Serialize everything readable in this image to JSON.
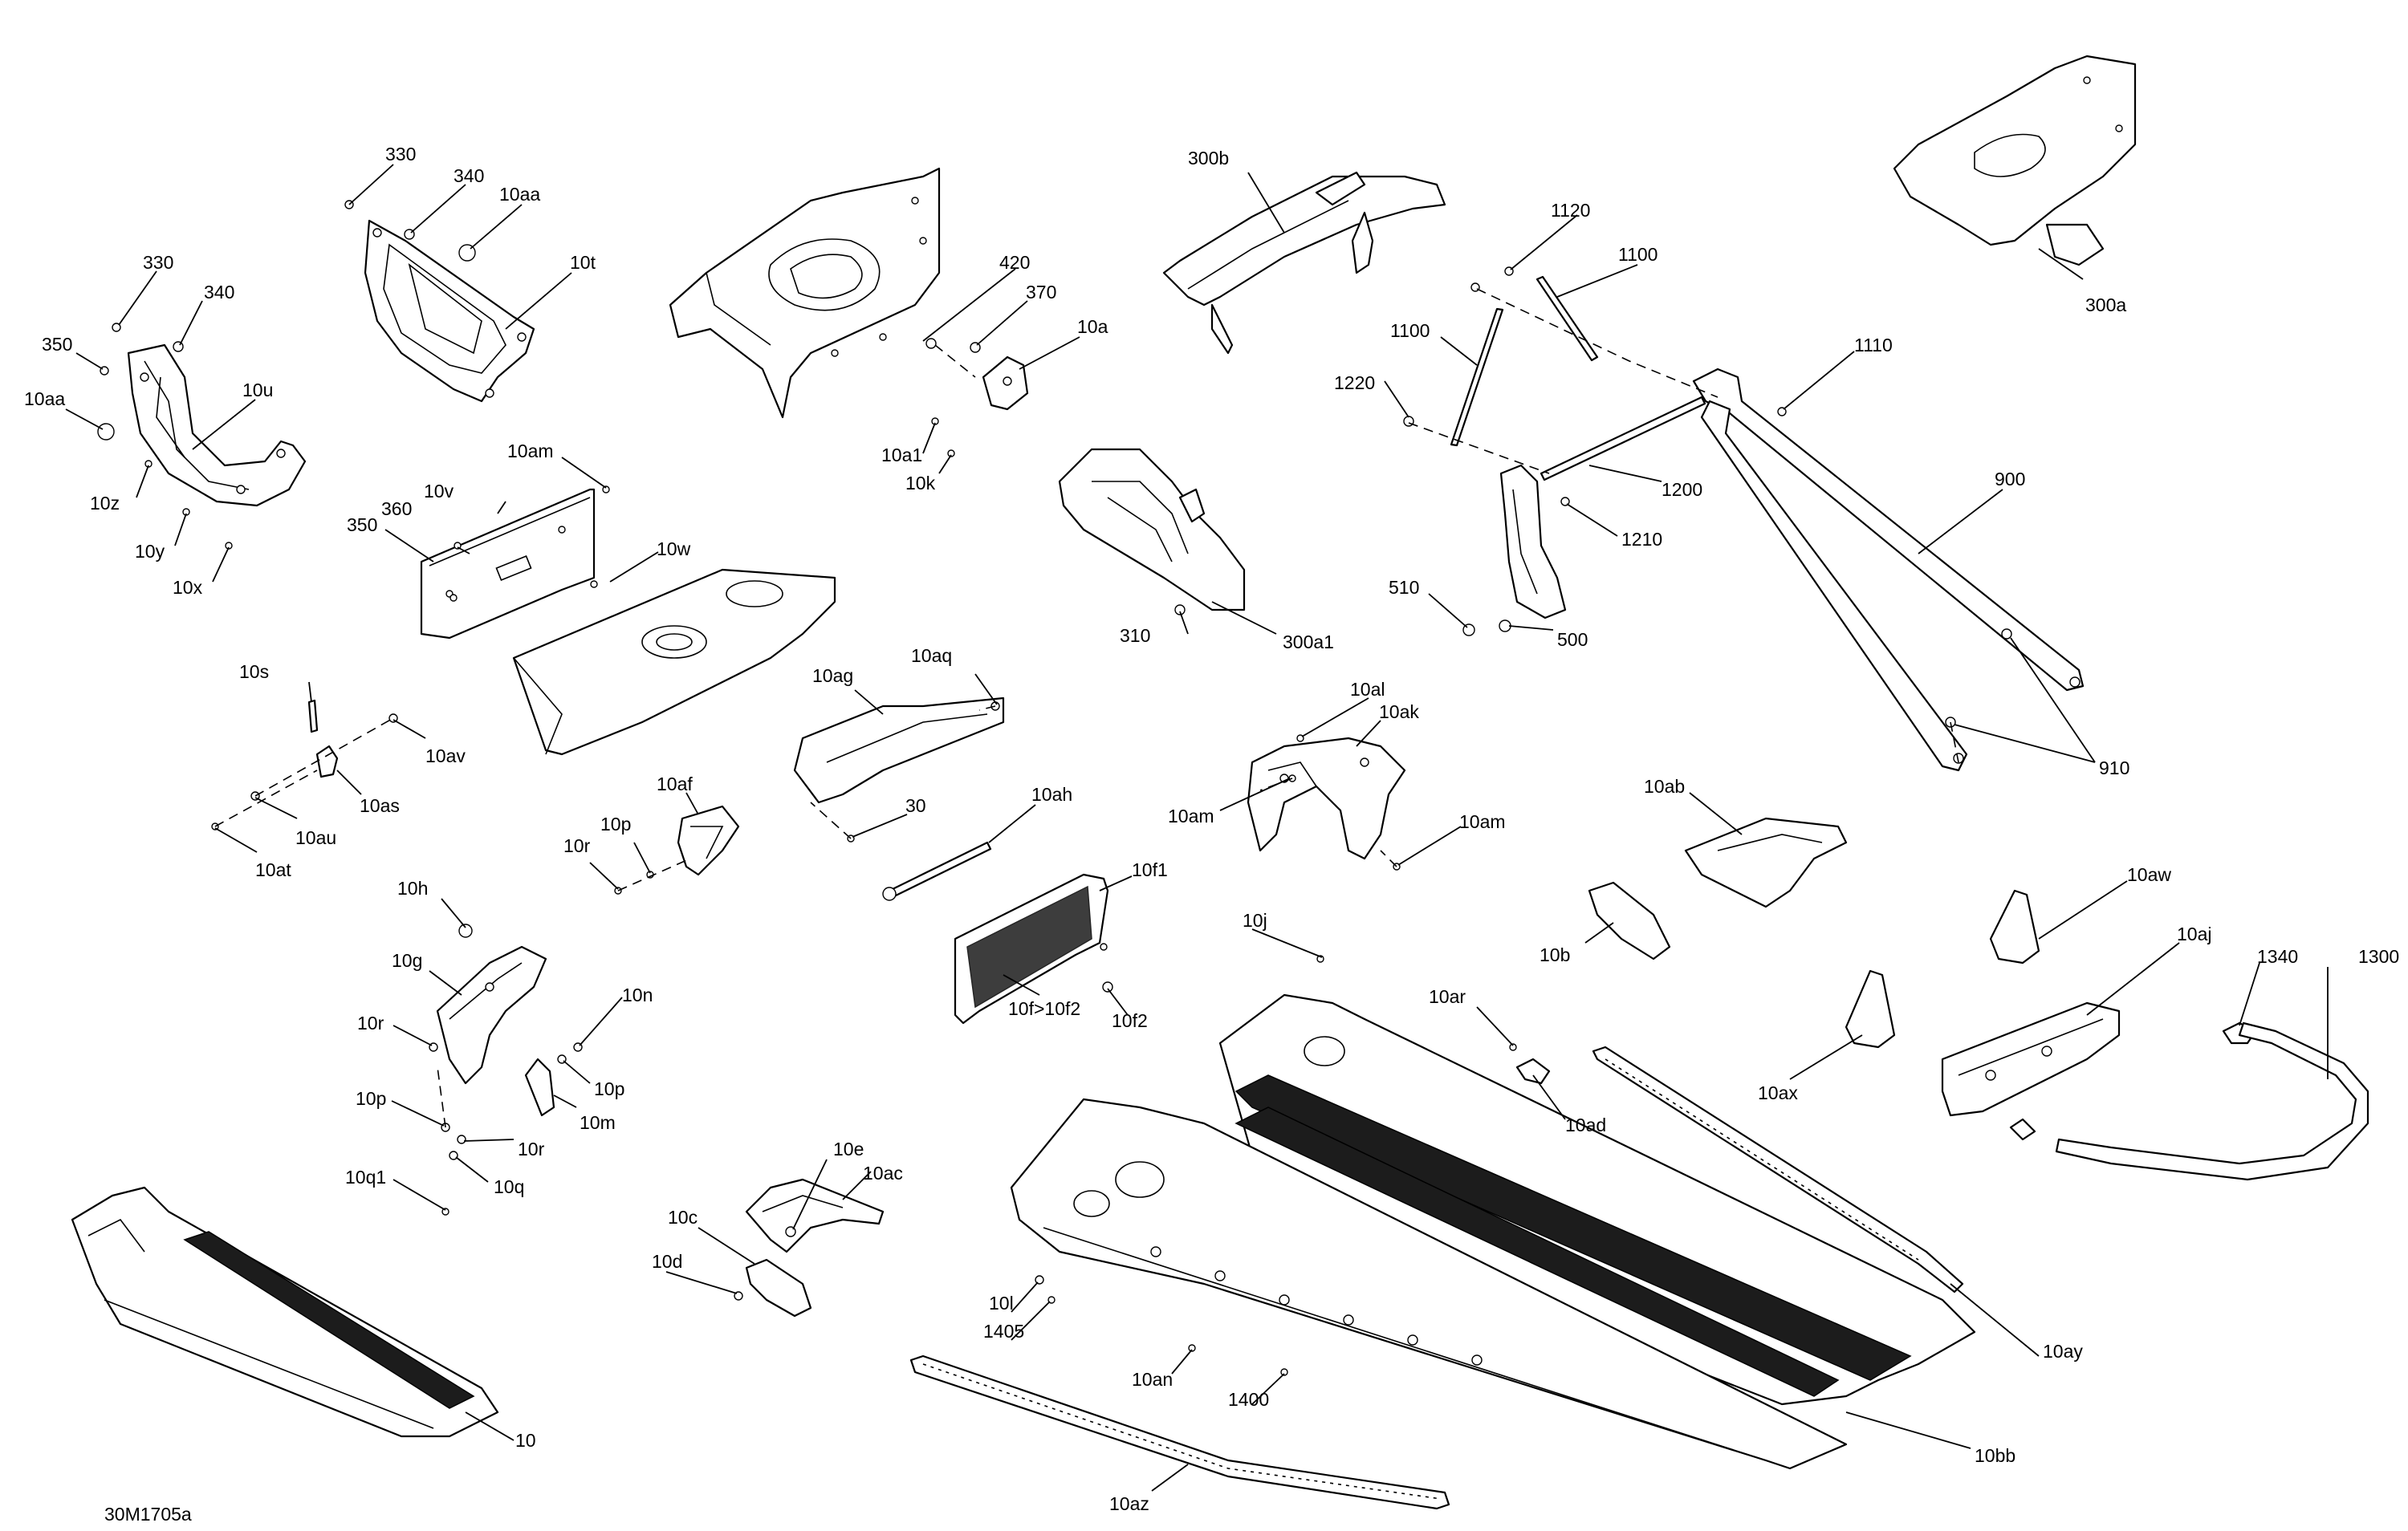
{
  "figure_code": "30M1705a",
  "labels": {
    "l330a": "330",
    "l340a": "340",
    "l10aa_a": "10aa",
    "l10t": "10t",
    "l330b": "330",
    "l340b": "340",
    "l350a": "350",
    "l10aa_b": "10aa",
    "l10u": "10u",
    "l10z": "10z",
    "l10y": "10y",
    "l10x": "10x",
    "l420": "420",
    "l370": "370",
    "l10a": "10a",
    "l10a1": "10a1",
    "l10k": "10k",
    "l300b": "300b",
    "l1120": "1120",
    "l1100a": "1100",
    "l1100b": "1100",
    "l1220": "1220",
    "l1110": "1110",
    "l300a": "300a",
    "l1200": "1200",
    "l1210": "1210",
    "l900": "900",
    "l510": "510",
    "l500": "500",
    "l910": "910",
    "l10am_a": "10am",
    "l10v": "10v",
    "l360": "360",
    "l350b": "350",
    "l10w": "10w",
    "l310": "310",
    "l300a1": "300a1",
    "l10s": "10s",
    "l10av": "10av",
    "l10as": "10as",
    "l10au": "10au",
    "l10at": "10at",
    "l10aq": "10aq",
    "l10ag": "10ag",
    "l10af": "10af",
    "l10p_a": "10p",
    "l10r_a": "10r",
    "l30": "30",
    "l10al": "10al",
    "l10ak": "10ak",
    "l10am_b": "10am",
    "l10am_c": "10am",
    "l10ah": "10ah",
    "l10f1": "10f1",
    "l10f2": "10f2",
    "l10f_10f2": "10f>10f2",
    "l10ab": "10ab",
    "l10b": "10b",
    "l10aw": "10aw",
    "l10aj": "10aj",
    "l1340": "1340",
    "l1300": "1300",
    "l10ax": "10ax",
    "l10h": "10h",
    "l10g": "10g",
    "l10n": "10n",
    "l10r_b": "10r",
    "l10p_b": "10p",
    "l10m": "10m",
    "l10p_c": "10p",
    "l10r_c": "10r",
    "l10q1": "10q1",
    "l10q": "10q",
    "l10j": "10j",
    "l10ar": "10ar",
    "l10ad": "10ad",
    "l10e": "10e",
    "l10ac": "10ac",
    "l10c": "10c",
    "l10d": "10d",
    "l10l": "10l",
    "l1405": "1405",
    "l10an": "10an",
    "l1400": "1400",
    "l10ay": "10ay",
    "l10bb": "10bb",
    "l10az": "10az",
    "l10": "10"
  }
}
